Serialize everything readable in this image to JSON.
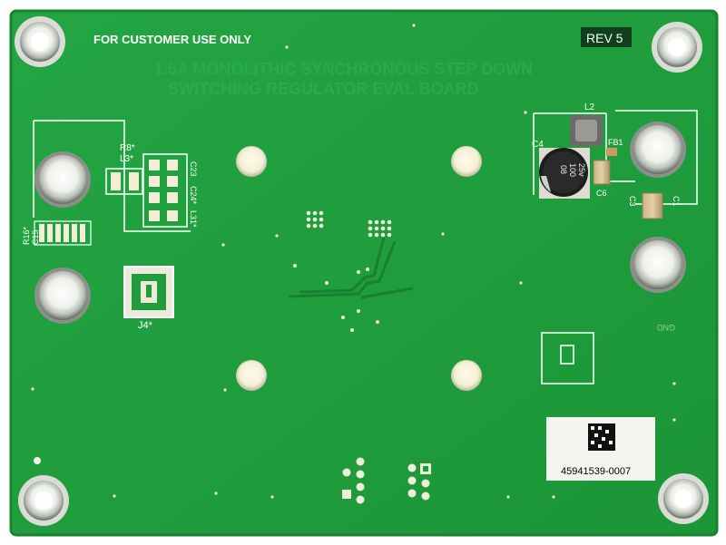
{
  "board": {
    "header_text": "FOR CUSTOMER USE ONLY",
    "revision": "REV 5",
    "serial_label": "45941539-0007",
    "refdes": {
      "l2": "L2",
      "c4": "C4",
      "fb1": "FB1",
      "c6": "C6",
      "c3": "C3",
      "c1": "C1",
      "r8": "R8*",
      "l3": "L3*",
      "c23": "C23",
      "c24": "C24*",
      "l31": "L31*",
      "r16": "R16*",
      "c15": "C15",
      "j4": "J4*",
      "gnd": "GND"
    },
    "capacitor_marking": {
      "line1": "08",
      "line2": "100",
      "line3": "25v"
    },
    "colors": {
      "pcb_green": "#1f9c3c",
      "silkscreen": "#ffffff",
      "pad_metal": "#e6e8e1"
    }
  }
}
